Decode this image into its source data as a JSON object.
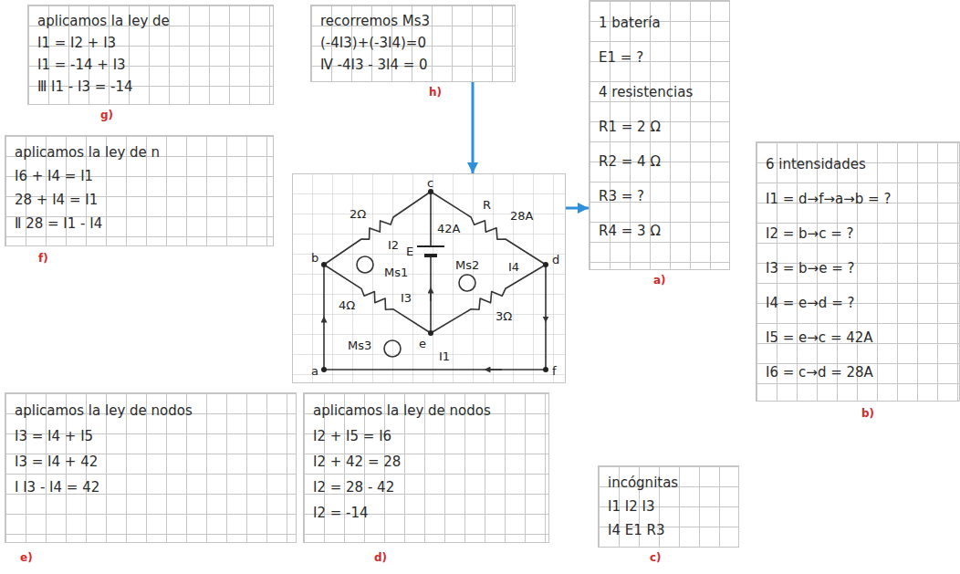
{
  "diagram": {
    "nodes": [
      {
        "text": [
          "aplicamos la ley de",
          "I1 = I2 + I3",
          "I1 = -14 + I3",
          "Ⅲ I1 - I3 = -14"
        ]
      },
      {
        "text": [
          "recorremos Ms3",
          "(-4I3)+(-3I4)=0",
          "Ⅳ -4I3 - 3I4 = 0"
        ]
      },
      {
        "text": [
          "1 batería",
          "E1 = ?",
          "4 resistencias",
          "R1 = 2 Ω",
          "R2 = 4 Ω",
          "R3 = ?",
          "R4 = 3 Ω"
        ]
      },
      {
        "text": [
          "aplicamos la ley de n",
          "I6 + I4 = I1",
          "28 + I4 = I1",
          "Ⅱ 28 = I1 - I4"
        ]
      },
      {
        "text": [
          "c",
          "b",
          "d",
          "2Ω",
          "R",
          "28A",
          "I2",
          "42A",
          "E",
          "Ms1",
          "I4",
          "Ms2",
          "4Ω",
          "I3",
          "3Ω",
          "e",
          "Ms3",
          "a",
          "I1",
          "f"
        ]
      },
      {
        "text": [
          "6 intensidades",
          "I1 = d→f→a→b = ?",
          "I2 = b→c = ?",
          "I3 = b→e = ?",
          "I4 = e→d = ?",
          "I5 = e→c = 42A",
          "I6 = c→d = 28A"
        ]
      },
      {
        "text": [
          "aplicamos la ley de nodos",
          "I3 = I4 + I5",
          "I3 = I4 + 42",
          "Ⅰ I3 - I4 = 42"
        ]
      },
      {
        "text": [
          "aplicamos la ley de nodos",
          "I2 + I5 = I6",
          "I2 + 42 = 28",
          "I2 = 28 - 42",
          "I2 = -14"
        ]
      },
      {
        "text": [
          "incógnitas",
          "I1 I2 I3",
          "I4 E1 R3"
        ]
      }
    ],
    "edges": [
      {
        "from": 1,
        "to": 4,
        "arrow": "to"
      },
      {
        "from": 4,
        "to": 2,
        "arrow": "to"
      }
    ],
    "labels": [
      "g)",
      "f)",
      "h)",
      "a)",
      "b)",
      "e)",
      "d)",
      "c)"
    ]
  }
}
